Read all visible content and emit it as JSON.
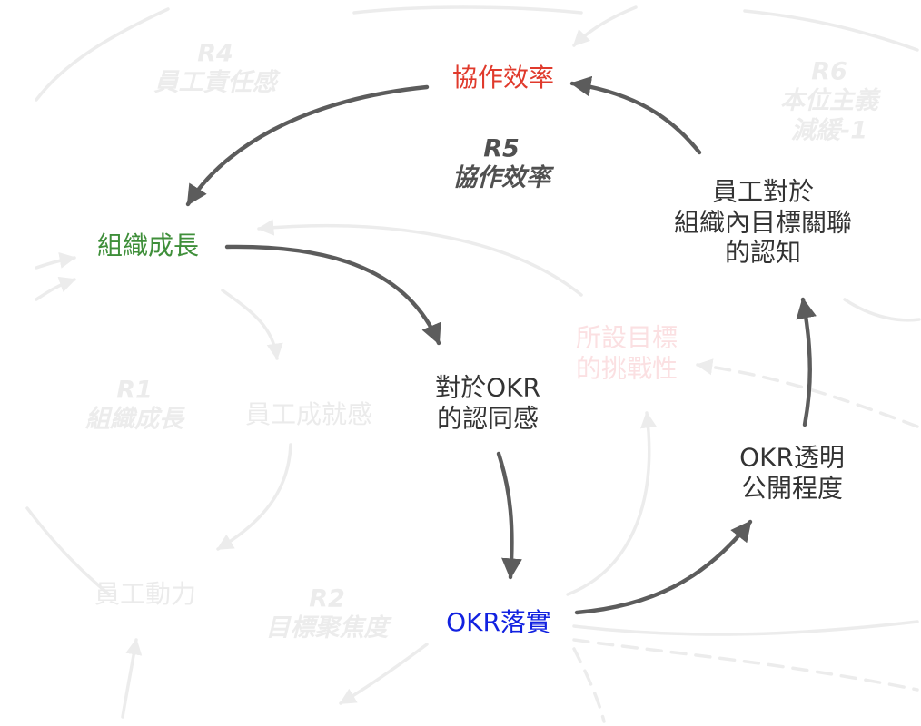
{
  "colors": {
    "efficiency": "#e03a2c",
    "growth": "#3f8f3a",
    "okr_execution": "#1222e0",
    "main_text": "#333333",
    "main_arrow": "#5c5c5c",
    "faint_arrow": "#ececec",
    "faint_text": "#ebebeb",
    "pink_faint": "#fbe0e2"
  },
  "nodes": {
    "collaboration_efficiency": "協作效率",
    "organizational_growth": "組織成長",
    "okr_recognition": "對於OKR\n的認同感",
    "okr_execution": "OKR落實",
    "okr_transparency": "OKR透明\n公開程度",
    "goal_alignment_awareness": "員工對於\n組織內目標關聯\n的認知",
    "goal_challenge": "所設目標\n的挑戰性",
    "sense_of_achievement": "員工成就感",
    "employee_motivation": "員工動力"
  },
  "loops": {
    "r1": {
      "id": "R1",
      "name": "組織成長"
    },
    "r2": {
      "id": "R2",
      "name": "目標聚焦度"
    },
    "r4": {
      "id": "R4",
      "name": "員工責任感"
    },
    "r5": {
      "id": "R5",
      "name": "協作效率"
    },
    "r6": {
      "id": "R6",
      "name": "本位主義\n減緩-1"
    }
  }
}
